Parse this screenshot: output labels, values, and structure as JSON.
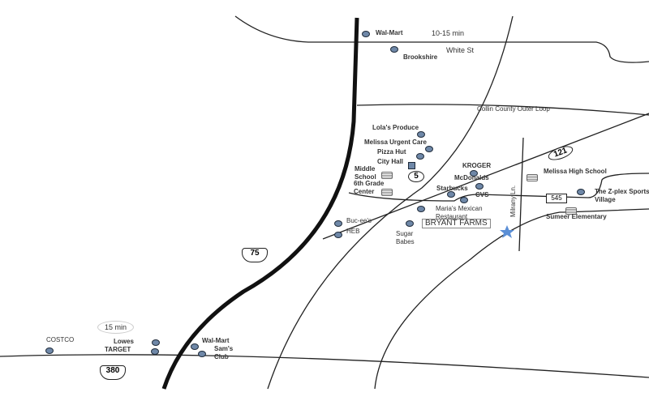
{
  "highways": {
    "us75": "75",
    "us380": "380",
    "sh5": "5",
    "sh121": "121",
    "fm545": "545"
  },
  "roads": {
    "outer_loop": "Collin County Outer Loop",
    "white_st": "White St",
    "milrany": "Milrany Ln."
  },
  "times": {
    "north": "10-15 min",
    "south": "15 min"
  },
  "property": {
    "label": "BRYANT FARMS",
    "star_color": "#5b8fd6"
  },
  "places": {
    "walmart_n": "Wal-Mart",
    "brookshire": "Brookshire",
    "lolas": "Lola's Produce",
    "urgent_care": "Melissa Urgent Care",
    "pizza_hut": "Pizza Hut",
    "city_hall": "City Hall",
    "middle_school": "Middle School",
    "sixth_grade": "6th Grade Center",
    "kroger": "KROGER",
    "mcdonalds": "McDonalds",
    "starbucks": "Starbucks",
    "cvs": "CVS",
    "marias": "Maria's Mexican Restaurant",
    "bucees": "Buc-ee's",
    "heb": "HEB",
    "sugar_babes": "Sugar Babes",
    "melissa_hs": "Melissa High School",
    "zplex": "The Z-plex Sports Village",
    "sumeer": "Sumeer Elementary",
    "costco": "COSTCO",
    "lowes": "Lowes",
    "target": "TARGET",
    "walmart_s": "Wal-Mart",
    "sams": "Sam's Club"
  }
}
